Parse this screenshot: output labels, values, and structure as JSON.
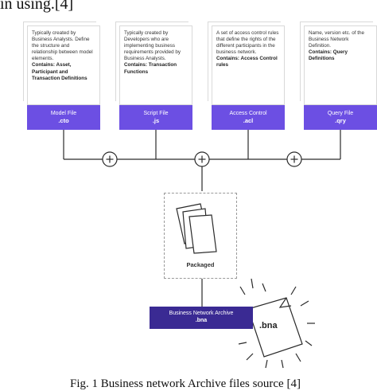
{
  "top_text": "in using.[4]",
  "caption": "Fig. 1 Business network Archive files source [4]",
  "cards": [
    {
      "description": "Typically created by Business Analysts. Define the structure and relationship between model elements.",
      "contains": "Contains: Asset, Participant and Transaction Definitions",
      "file_name": "Model File",
      "file_ext": ".cto"
    },
    {
      "description": "Typically created by Developers who are implementing business requirements provided by Business Analysts.",
      "contains": "Contains: Transaction Functions",
      "file_name": "Script File",
      "file_ext": ".js"
    },
    {
      "description": "A set of access control rules that define the rights of the different participants in the business network.",
      "contains": "Contains: Access Control rules",
      "file_name": "Access Control",
      "file_ext": ".acl"
    },
    {
      "description": "Name, version etc. of the Business Network Definition.",
      "contains": "Contains: Query Definitions",
      "file_name": "Query File",
      "file_ext": ".qry"
    }
  ],
  "packaged_label": "Packaged",
  "archive": {
    "title": "Business Network Archive",
    "ext": ".bna"
  },
  "bna_document_label": ".bna",
  "colors": {
    "file_bar": "#6c4fe3",
    "archive_bar": "#3a2a93",
    "line": "#2a2a2a"
  },
  "icons": [
    "plus-icon",
    "documents-icon",
    "bna-document-icon"
  ]
}
